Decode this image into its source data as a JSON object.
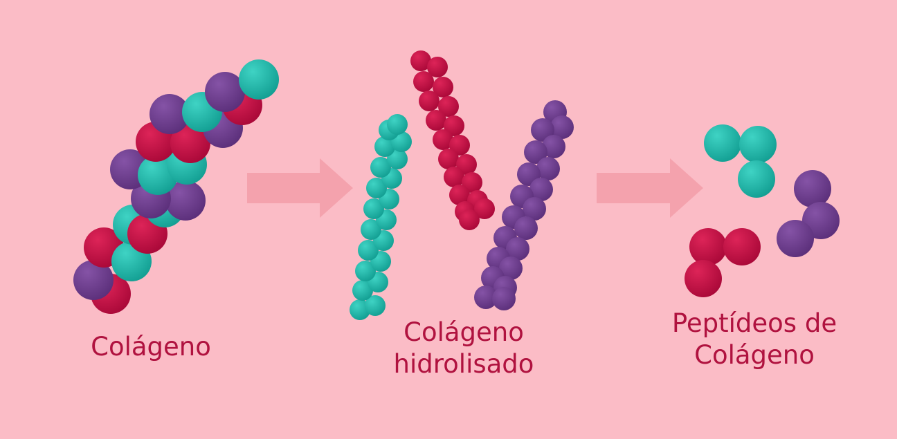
{
  "colors": {
    "background": "#fbbcc6",
    "text": "#b0123f",
    "arrow": "#f4a2ad",
    "teal": "#1fb9ab",
    "crimson": "#c40c45",
    "purple": "#6d3d8e"
  },
  "stages": [
    {
      "id": "collagen",
      "lines": [
        "Colágeno"
      ]
    },
    {
      "id": "hydrolyzed",
      "lines": [
        "Colágeno",
        "hidrolisado"
      ]
    },
    {
      "id": "peptides",
      "lines": [
        "Peptídeos de",
        "Colágeno"
      ]
    }
  ],
  "arrows": [
    {
      "from": "collagen",
      "to": "hydrolyzed",
      "icon": "right-arrow-icon"
    },
    {
      "from": "hydrolyzed",
      "to": "peptides",
      "icon": "right-arrow-icon"
    }
  ]
}
